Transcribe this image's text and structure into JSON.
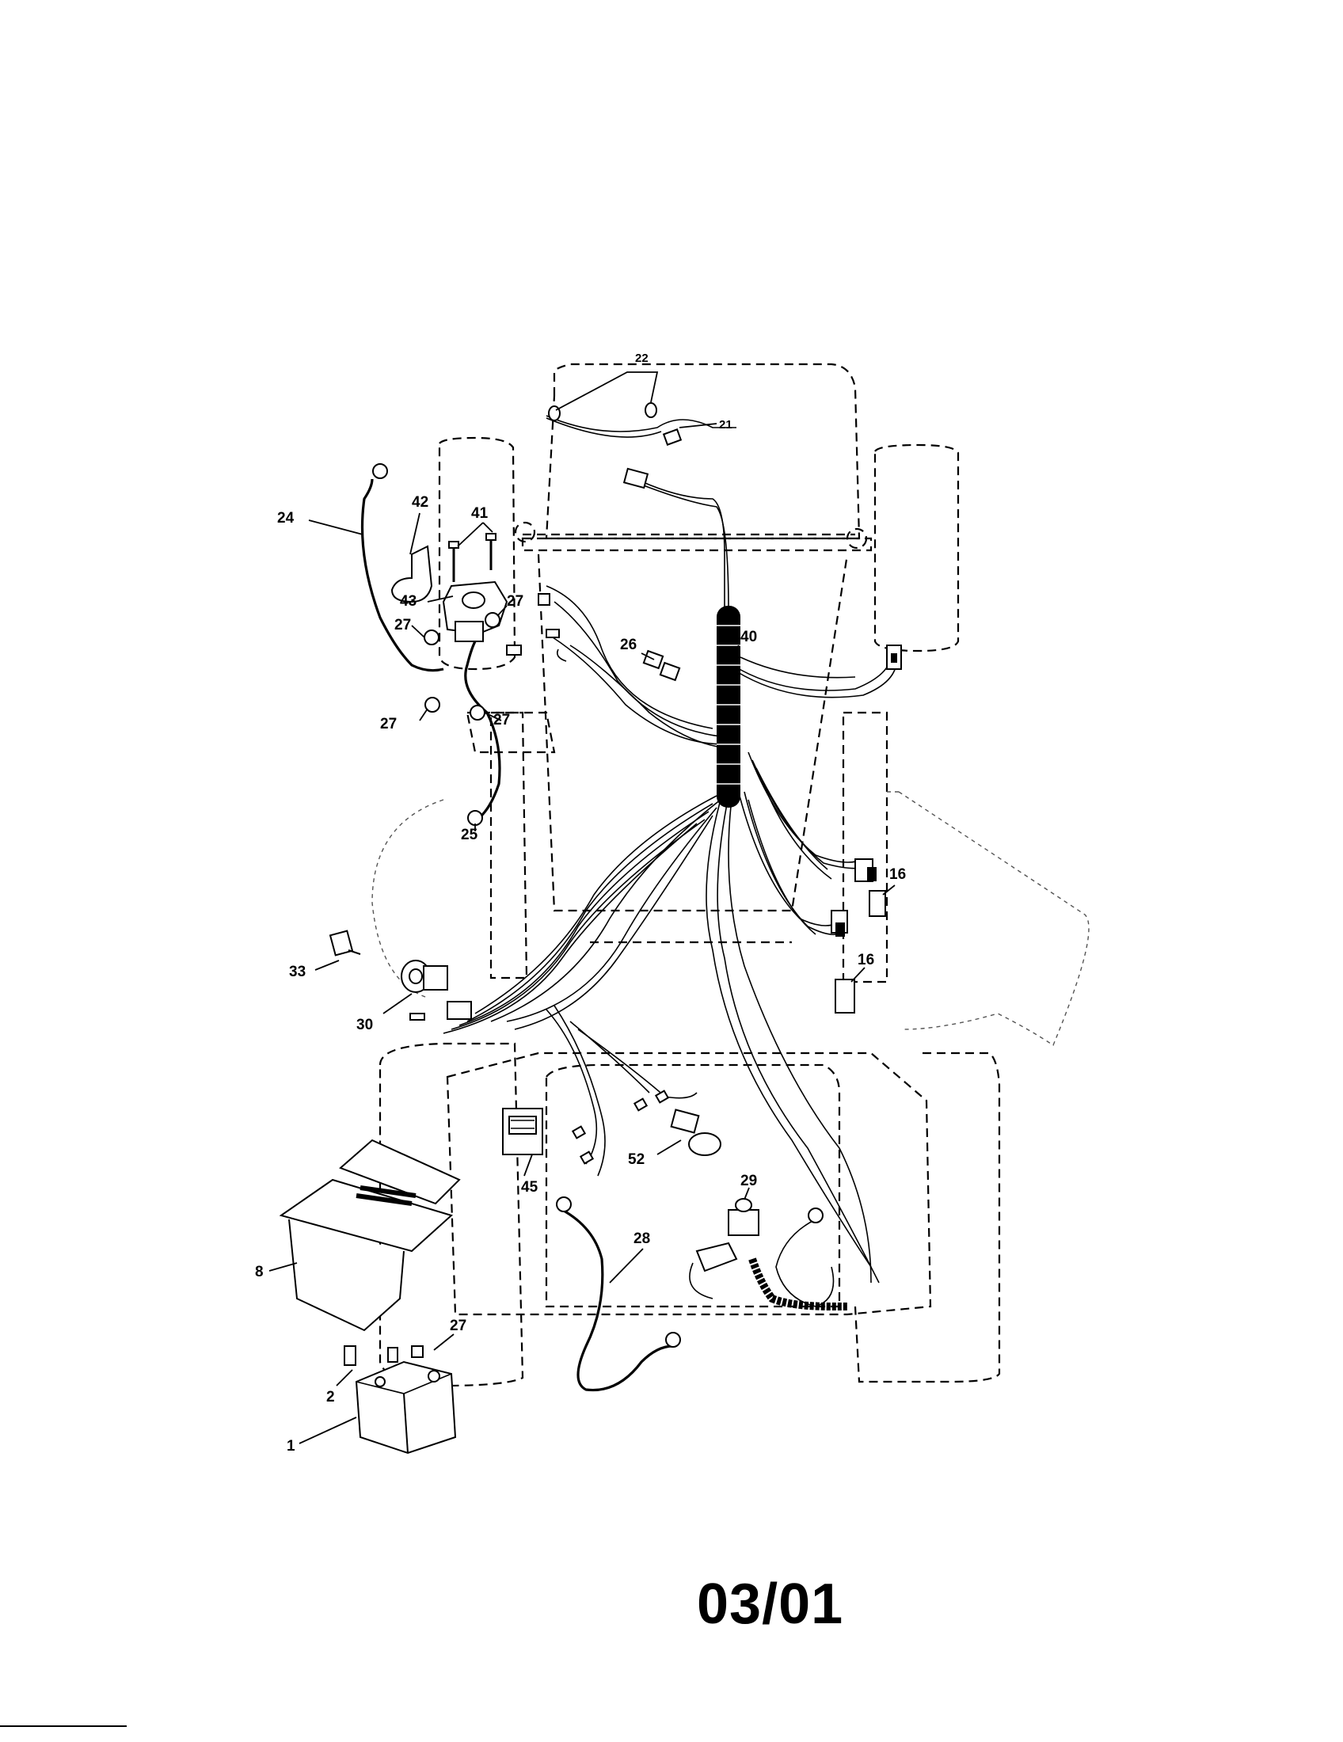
{
  "diagram": {
    "part_labels": {
      "p1": "1",
      "p2": "2",
      "p8": "8",
      "p16a": "16",
      "p16b": "16",
      "p21": "21",
      "p22": "22",
      "p24": "24",
      "p25": "25",
      "p26": "26",
      "p27a": "27",
      "p27b": "27",
      "p27c": "27",
      "p27d": "27",
      "p27e": "27",
      "p28": "28",
      "p29": "29",
      "p30": "30",
      "p33": "33",
      "p40": "40",
      "p41": "41",
      "p42": "42",
      "p43": "43",
      "p45": "45",
      "p52": "52"
    },
    "date_code": "03/01"
  }
}
